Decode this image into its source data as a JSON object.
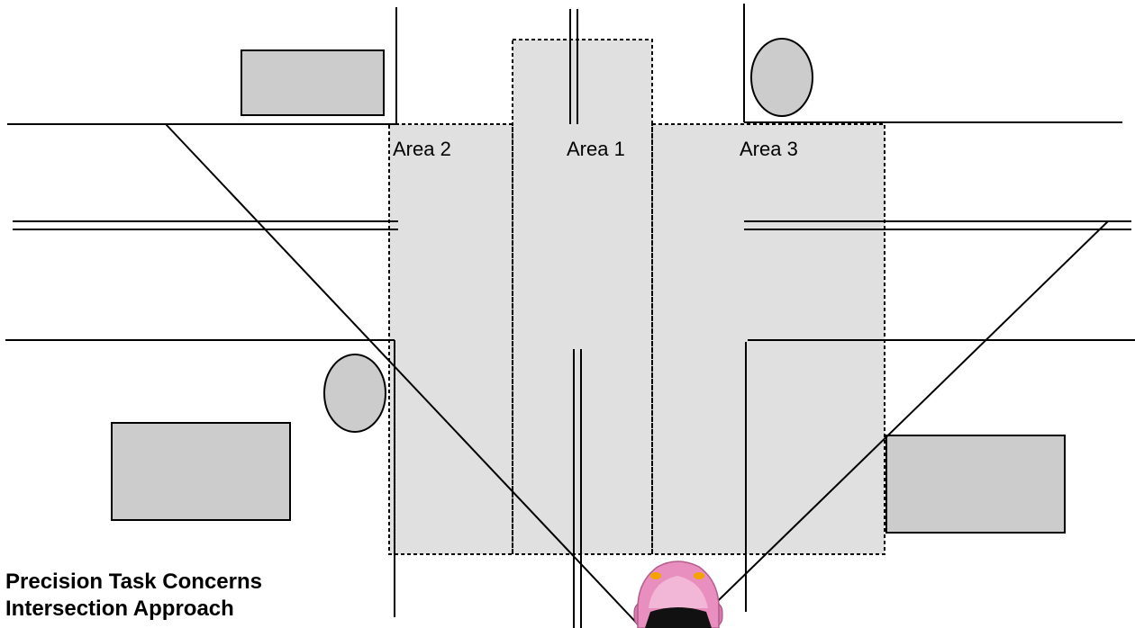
{
  "areas": {
    "area_1": "Area 1",
    "area_2": "Area 2",
    "area_3": "Area 3"
  },
  "caption": {
    "line_1": "Precision Task Concerns",
    "line_2": "Intersection Approach"
  },
  "colors": {
    "area_fill": "#e0e0e0",
    "object_fill": "#cccccc",
    "line": "#000000",
    "vehicle_body": "#e98fbf",
    "vehicle_light": "#f5a300"
  }
}
